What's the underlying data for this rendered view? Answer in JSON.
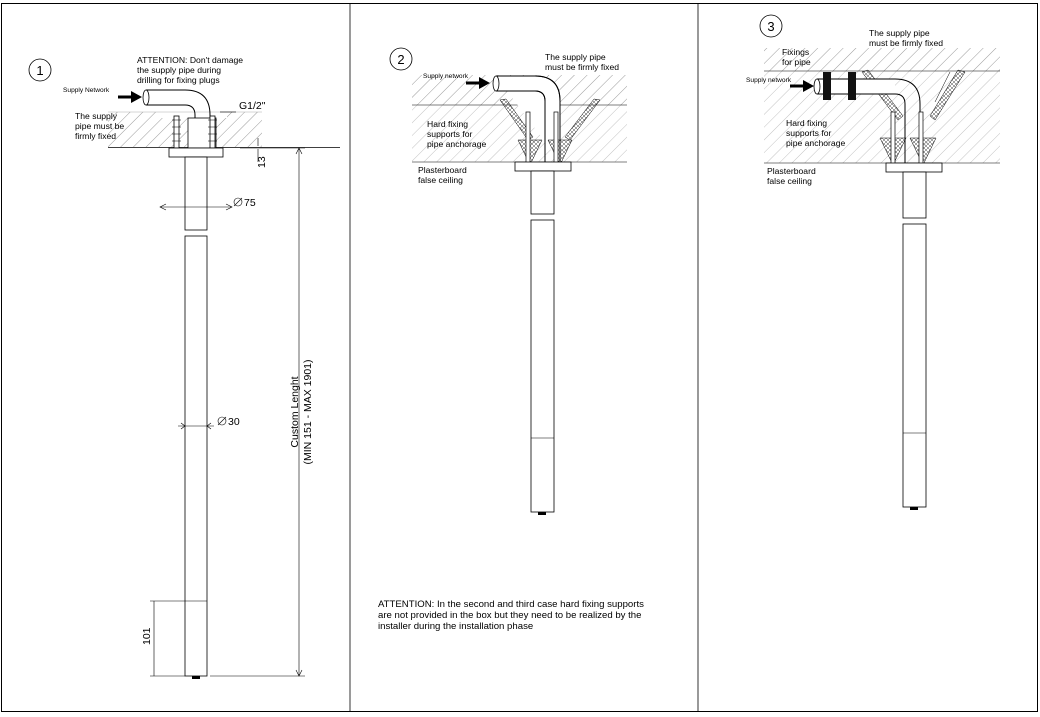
{
  "panels": [
    {
      "number": "1",
      "attention": [
        "ATTENTION: Don't damage",
        "the supply pipe during",
        "drilling for fixing plugs"
      ],
      "supply_network": "Supply Network",
      "firmly_fixed": [
        "The supply",
        "pipe must be",
        "firmly fixed"
      ],
      "thread": "G1/2\"",
      "dim_13": "13",
      "dim_75": "75",
      "dim_30": "30",
      "dim_101": "101",
      "custom_length": [
        "Custom Lenght",
        "(MIN 151 - MAX 1901)"
      ]
    },
    {
      "number": "2",
      "supply_network": "Supply network",
      "firmly_fixed": [
        "The supply pipe",
        "must be firmly fixed"
      ],
      "hard_fixing": [
        "Hard fixing",
        "supports for",
        "pipe anchorage"
      ],
      "plasterboard": [
        "Plasterboard",
        "false ceiling"
      ]
    },
    {
      "number": "3",
      "supply_network": "Supply network",
      "firmly_fixed": [
        "The supply pipe",
        "must be firmly fixed"
      ],
      "fixings": [
        "Fixings",
        "for pipe"
      ],
      "hard_fixing": [
        "Hard fixing",
        "supports for",
        "pipe anchorage"
      ],
      "plasterboard": [
        "Plasterboard",
        "false ceiling"
      ]
    }
  ],
  "note": [
    "ATTENTION: In the second and third case hard fixing supports",
    "are not provided in the box but they need to be realized by the",
    "installer during the installation phase"
  ]
}
